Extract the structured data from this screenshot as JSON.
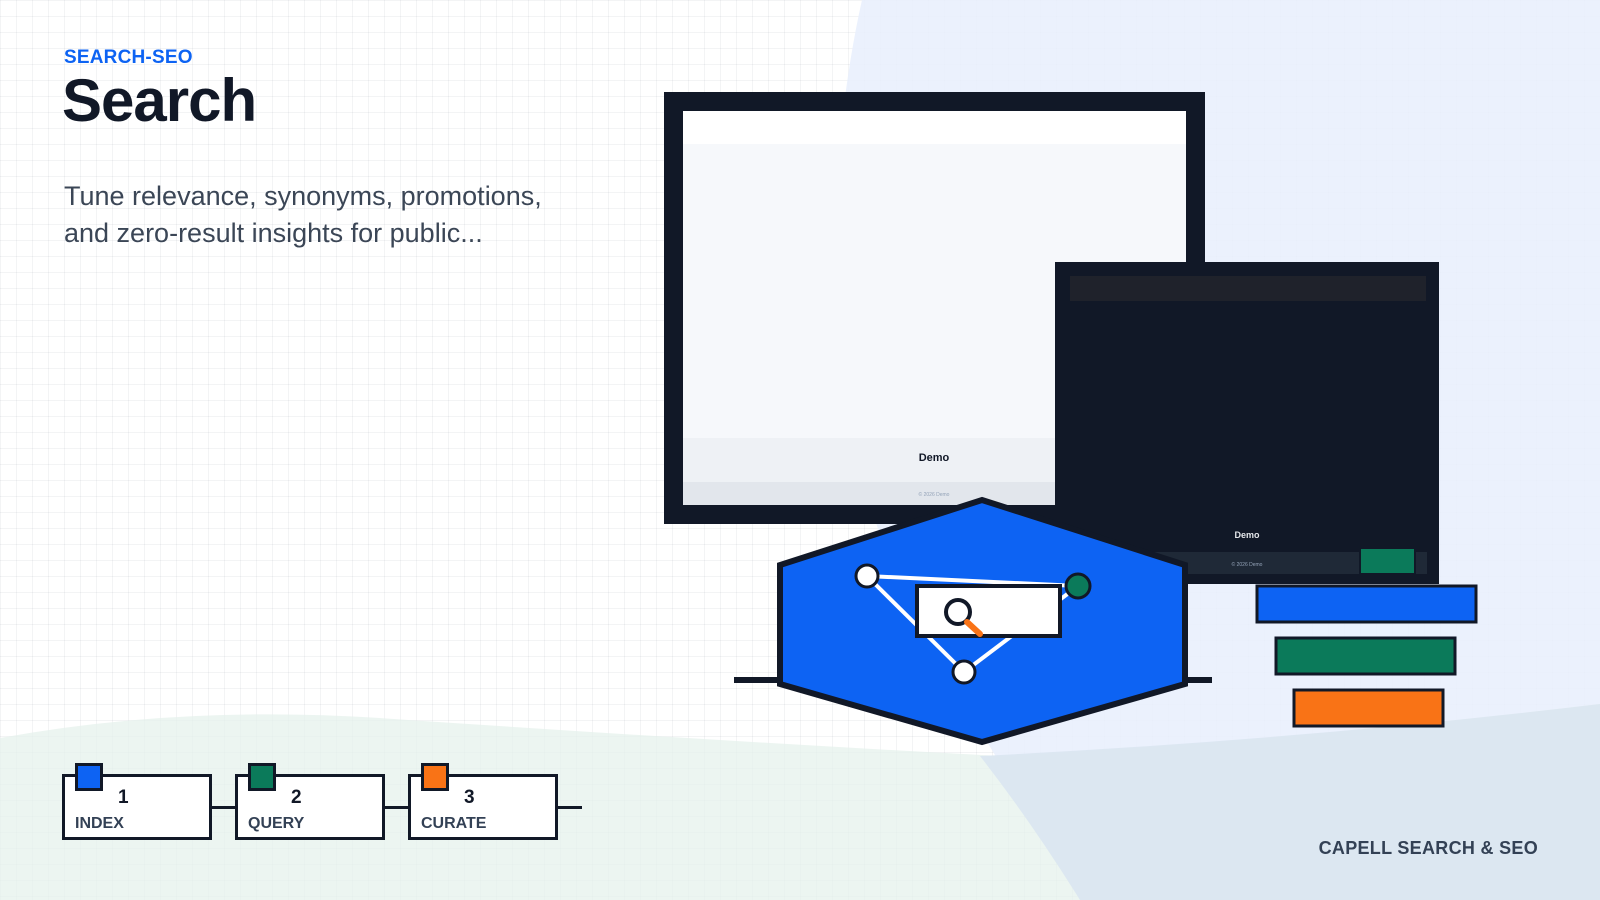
{
  "header": {
    "eyebrow": "SEARCH-SEO",
    "title": "Search",
    "subtitle": "Tune relevance, synonyms, promotions, and zero-result insights for public..."
  },
  "illustration": {
    "light_window_footer": "Demo",
    "light_window_copyright": "© 2026 Demo",
    "dark_window_footer": "Demo",
    "dark_window_copyright": "© 2026 Demo",
    "icons": [
      "search-icon",
      "network-graph"
    ]
  },
  "steps": [
    {
      "number": "1",
      "label": "INDEX",
      "color": "#0d63f3"
    },
    {
      "number": "2",
      "label": "QUERY",
      "color": "#0b7a5a"
    },
    {
      "number": "3",
      "label": "CURATE",
      "color": "#f97316"
    }
  ],
  "brand": "CAPELL SEARCH & SEO",
  "colors": {
    "accent_blue": "#0d63f3",
    "accent_green": "#0b7a5a",
    "accent_orange": "#f97316",
    "ink": "#111827"
  }
}
